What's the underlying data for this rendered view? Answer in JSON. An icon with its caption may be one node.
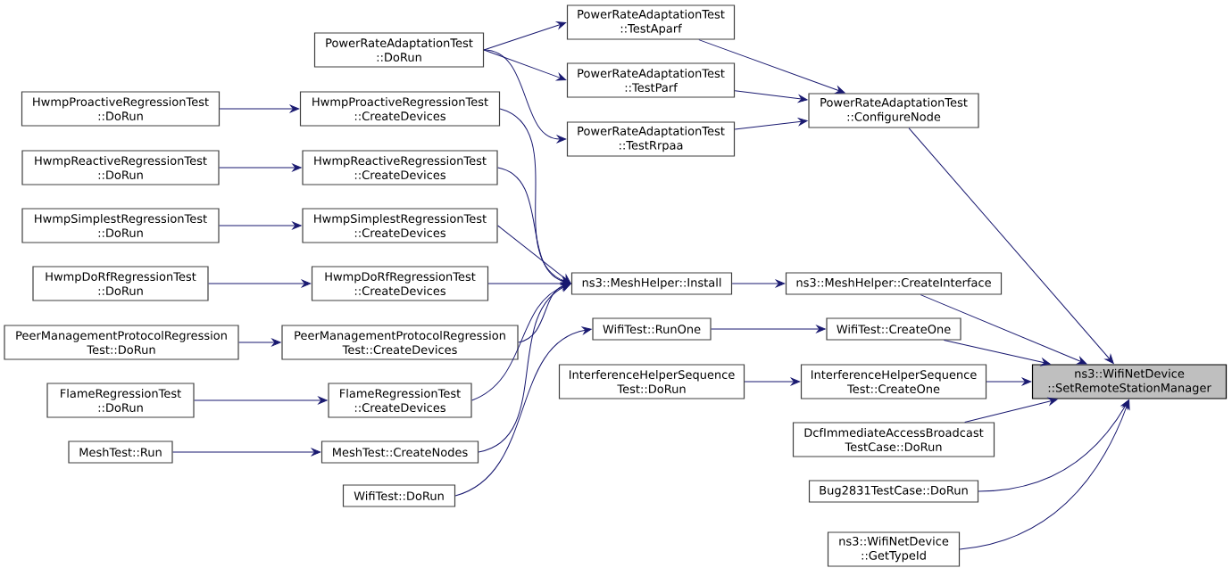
{
  "diagram": {
    "nodes": [
      {
        "text": [
          "PowerRateAdaptationTest ::DoRun"
        ]
      },
      {
        "text": [
          "PowerRateAdaptationTest ::TestAparf"
        ]
      },
      {
        "text": [
          "PowerRateAdaptationTest ::TestParf"
        ]
      },
      {
        "text": [
          "PowerRateAdaptationTest ::TestRrpaa"
        ]
      },
      {
        "text": [
          "PowerRateAdaptationTest ::ConfigureNode"
        ]
      },
      {
        "text": [
          "HwmpProactiveRegressionTest ::DoRun"
        ]
      },
      {
        "text": [
          "HwmpProactiveRegressionTest ::CreateDevices"
        ]
      },
      {
        "text": [
          "HwmpReactiveRegressionTest ::DoRun"
        ]
      },
      {
        "text": [
          "HwmpReactiveRegressionTest ::CreateDevices"
        ]
      },
      {
        "text": [
          "HwmpSimplestRegressionTest ::DoRun"
        ]
      },
      {
        "text": [
          "HwmpSimplestRegressionTest ::CreateDevices"
        ]
      },
      {
        "text": [
          "HwmpDoRfRegressionTest ::DoRun"
        ]
      },
      {
        "text": [
          "HwmpDoRfRegressionTest ::CreateDevices"
        ]
      },
      {
        "text": [
          "PeerManagementProtocolRegression Test::DoRun"
        ]
      },
      {
        "text": [
          "PeerManagementProtocolRegression Test::CreateDevices"
        ]
      },
      {
        "text": [
          "FlameRegressionTest ::DoRun"
        ]
      },
      {
        "text": [
          "FlameRegressionTest ::CreateDevices"
        ]
      },
      {
        "text": [
          "MeshTest::Run"
        ]
      },
      {
        "text": [
          "MeshTest::CreateNodes"
        ]
      },
      {
        "text": [
          "WifiTest::DoRun"
        ]
      },
      {
        "text": [
          "ns3::MeshHelper::Install"
        ]
      },
      {
        "text": [
          "ns3::MeshHelper::CreateInterface"
        ]
      },
      {
        "text": [
          "WifiTest::RunOne"
        ]
      },
      {
        "text": [
          "WifiTest::CreateOne"
        ]
      },
      {
        "text": [
          "InterferenceHelperSequence Test::DoRun"
        ]
      },
      {
        "text": [
          "InterferenceHelperSequence Test::CreateOne"
        ]
      },
      {
        "text": [
          "DcfImmediateAccessBroadcast TestCase::DoRun"
        ]
      },
      {
        "text": [
          "Bug2831TestCase::DoRun"
        ]
      },
      {
        "text": [
          "ns3::WifiNetDevice ::GetTypeId"
        ]
      },
      {
        "text": [
          "ns3::WifiNetDevice ::SetRemoteStationManager"
        ]
      }
    ],
    "edges": [
      {
        "from": 0,
        "to": 1,
        "arrow": "to"
      },
      {
        "from": 0,
        "to": 2,
        "arrow": "to"
      },
      {
        "from": 0,
        "to": 3,
        "arrow": "to"
      },
      {
        "from": 1,
        "to": 4,
        "arrow": "to"
      },
      {
        "from": 2,
        "to": 4,
        "arrow": "to"
      },
      {
        "from": 3,
        "to": 4,
        "arrow": "to"
      },
      {
        "from": 4,
        "to": 29,
        "arrow": "to"
      },
      {
        "from": 5,
        "to": 6,
        "arrow": "to"
      },
      {
        "from": 7,
        "to": 8,
        "arrow": "to"
      },
      {
        "from": 9,
        "to": 10,
        "arrow": "to"
      },
      {
        "from": 11,
        "to": 12,
        "arrow": "to"
      },
      {
        "from": 13,
        "to": 14,
        "arrow": "to"
      },
      {
        "from": 15,
        "to": 16,
        "arrow": "to"
      },
      {
        "from": 17,
        "to": 18,
        "arrow": "to"
      },
      {
        "from": 6,
        "to": 20,
        "arrow": "to"
      },
      {
        "from": 8,
        "to": 20,
        "arrow": "to"
      },
      {
        "from": 10,
        "to": 20,
        "arrow": "to"
      },
      {
        "from": 12,
        "to": 20,
        "arrow": "to"
      },
      {
        "from": 14,
        "to": 20,
        "arrow": "to"
      },
      {
        "from": 16,
        "to": 20,
        "arrow": "to"
      },
      {
        "from": 18,
        "to": 20,
        "arrow": "to"
      },
      {
        "from": 19,
        "to": 22,
        "arrow": "to"
      },
      {
        "from": 20,
        "to": 21,
        "arrow": "to"
      },
      {
        "from": 21,
        "to": 29,
        "arrow": "to"
      },
      {
        "from": 22,
        "to": 23,
        "arrow": "to"
      },
      {
        "from": 23,
        "to": 29,
        "arrow": "to"
      },
      {
        "from": 24,
        "to": 25,
        "arrow": "to"
      },
      {
        "from": 25,
        "to": 29,
        "arrow": "to"
      },
      {
        "from": 26,
        "to": 29,
        "arrow": "to"
      },
      {
        "from": 27,
        "to": 29,
        "arrow": "to"
      },
      {
        "from": 28,
        "to": 29,
        "arrow": "to"
      }
    ]
  }
}
